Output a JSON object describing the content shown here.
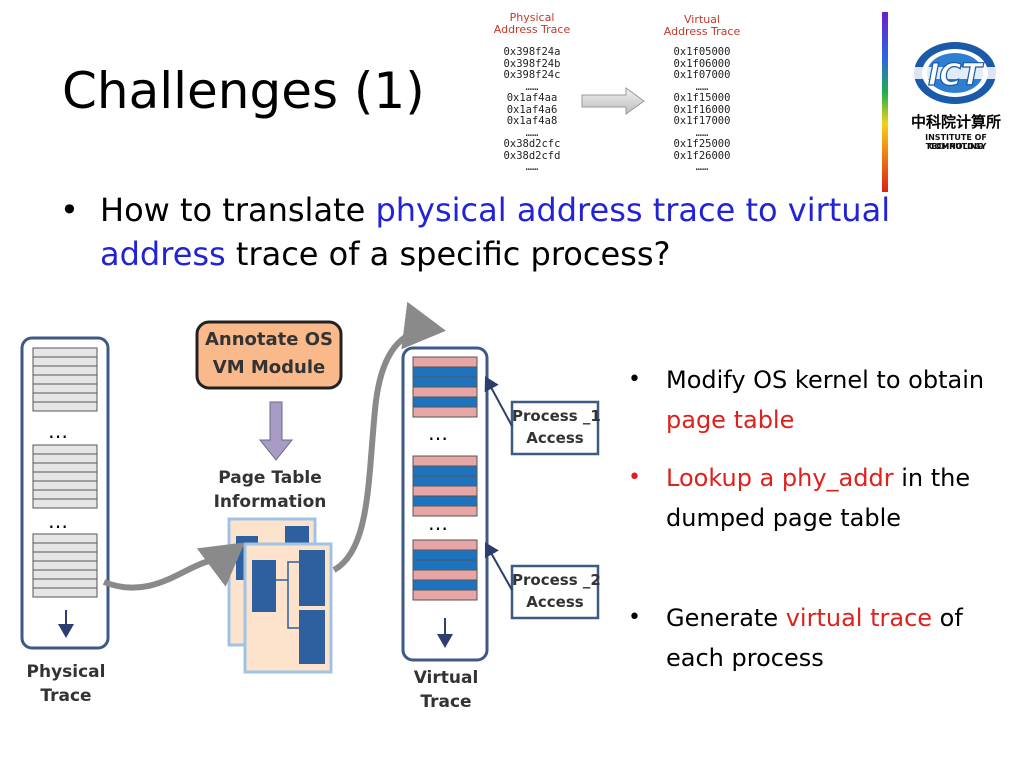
{
  "slide": {
    "title": "Challenges (1)",
    "bullet_main": {
      "part1": "How to translate ",
      "part2": "physical address trace to virtual address",
      "part3": " trace of a specific process?"
    },
    "bullets_right": [
      {
        "a": "Modify OS kernel to obtain ",
        "b": "page table",
        "c": ""
      },
      {
        "a": "",
        "b": "Lookup a phy_addr",
        "c": " in the dumped page table"
      },
      {
        "a": "Generate ",
        "b": "virtual trace",
        "c": " of each process"
      }
    ]
  },
  "traces": {
    "physical_header": "Physical\nAddress Trace",
    "virtual_header": "Virtual\nAddress Trace",
    "physical_list": "0x398f24a\n0x398f24b\n0x398f24c\n……\n0x1af4aa\n0x1af4a6\n0x1af4a8\n……\n0x38d2cfc\n0x38d2cfd\n……",
    "virtual_list": "0x1f05000\n0x1f06000\n0x1f07000\n……\n0x1f15000\n0x1f16000\n0x1f17000\n……\n0x1f25000\n0x1f26000\n……"
  },
  "diagram": {
    "annotate_box": "Annotate OS\nVM Module",
    "page_table_label": "Page Table\nInformation",
    "physical_label": "Physical\nTrace",
    "virtual_label": "Virtual\nTrace",
    "process1": "Process _1\nAccess",
    "process2": "Process _2\nAccess",
    "ellipsis": "…",
    "down_arrow": "↓"
  },
  "logo": {
    "letters": "ICT",
    "chinese": "中科院计算所",
    "line1": "INSTITUTE OF COMPUTING",
    "line2": "TECHNOLOGY"
  },
  "colors": {
    "blue_text": "#2323d6",
    "red_text": "#e0201b",
    "frame": "#3c5a84",
    "annotate_fill": "#f9b98b",
    "stripe_blue": "#1e73be",
    "stripe_pink": "#e8a5a5",
    "logo_blue": "#1a5aa8"
  }
}
